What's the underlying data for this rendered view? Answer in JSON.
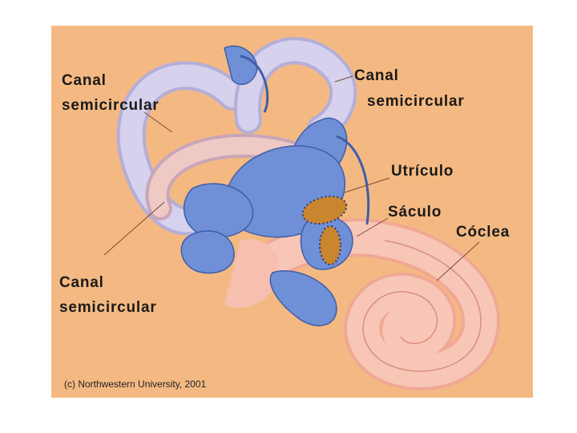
{
  "colors": {
    "background": "#f4b982",
    "membrane_blue": "#6f8fd6",
    "canal_pale": "#cdc8e6",
    "cochlea_pink": "#f6b9a8",
    "macula_orange": "#c9862e"
  },
  "labels": {
    "canal_top_left_line1": "Canal",
    "canal_top_left_line2": "semicircular",
    "canal_top_right_line1": "Canal",
    "canal_top_right_line2": "semicircular",
    "utricle": "Utrículo",
    "saccule": "Sáculo",
    "cochlea": "Cóclea",
    "canal_bottom_left_line1": "Canal",
    "canal_bottom_left_line2": "semicircular"
  },
  "credit": "(c) Northwestern University, 2001"
}
